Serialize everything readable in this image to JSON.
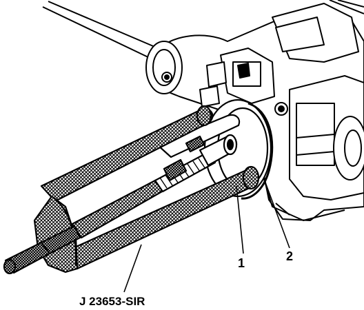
{
  "labels": {
    "tool": "J 23653-SIR",
    "callout_1": "1",
    "callout_2": "2"
  },
  "colors": {
    "ink": "#000000",
    "paper": "#ffffff"
  }
}
